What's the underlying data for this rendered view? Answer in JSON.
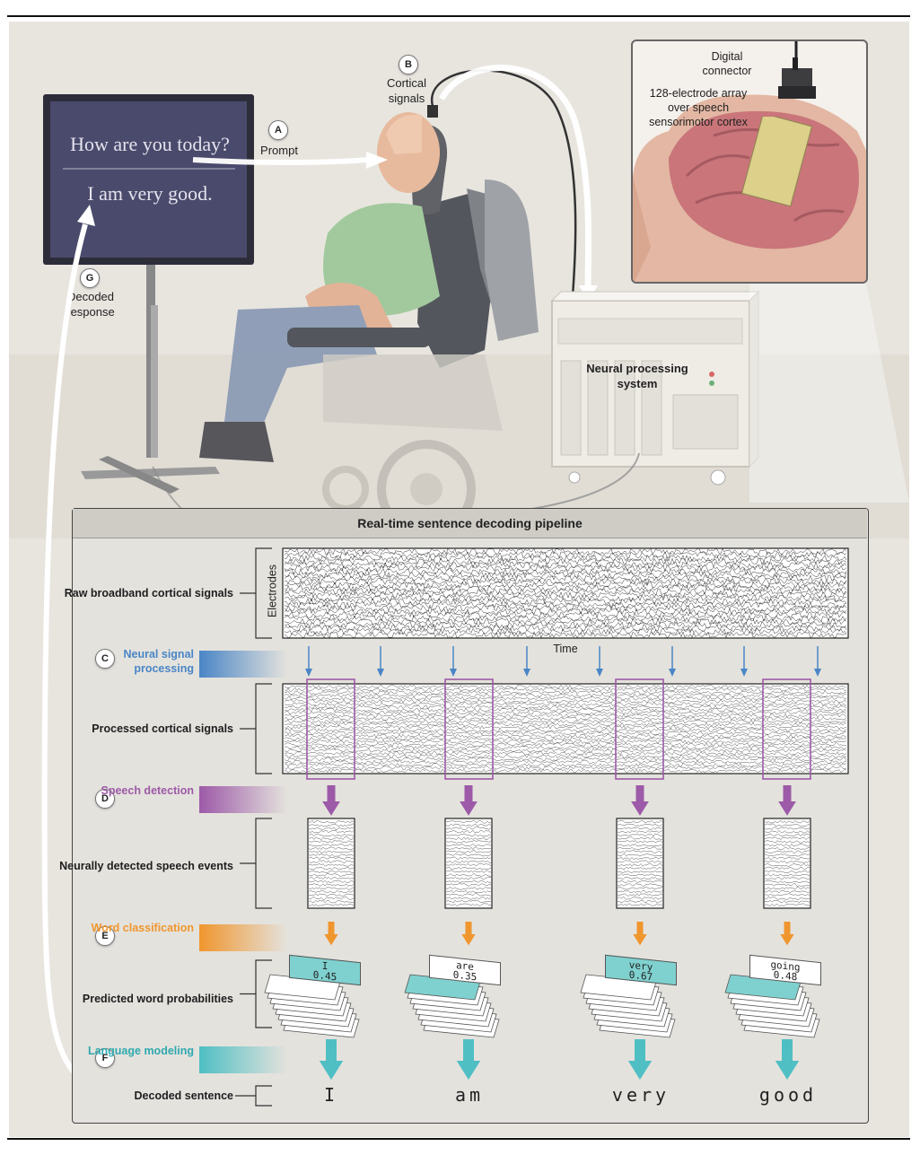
{
  "scene": {
    "steps": {
      "a": {
        "letter": "A",
        "label": "Prompt"
      },
      "b": {
        "letter": "B",
        "label": "Cortical signals"
      },
      "c": {
        "letter": "C",
        "label": "Neural signal processing"
      },
      "d": {
        "letter": "D",
        "label": "Speech detection"
      },
      "e": {
        "letter": "E",
        "label": "Word classification"
      },
      "f": {
        "letter": "F",
        "label": "Language modeling"
      },
      "g": {
        "letter": "G",
        "label": "Decoded response"
      }
    },
    "monitor": {
      "prompt_text": "How are you today?",
      "response_text": "I am very good."
    },
    "inset": {
      "connector_label": "Digital connector",
      "array_label": "128-electrode array over speech sensorimotor cortex"
    },
    "processor_label": "Neural processing system"
  },
  "pipeline": {
    "title": "Real-time sentence decoding pipeline",
    "rows": {
      "raw": "Raw broadband cortical signals",
      "processed": "Processed cortical signals",
      "events": "Neurally detected speech events",
      "probabilities": "Predicted word probabilities",
      "decoded": "Decoded sentence"
    },
    "axes": {
      "y_label": "Electrodes",
      "x_label": "Time"
    },
    "predictions": [
      {
        "word": "I",
        "prob": "0.45",
        "decoded": "I"
      },
      {
        "word": "are",
        "prob": "0.35",
        "decoded": "am"
      },
      {
        "word": "very",
        "prob": "0.67",
        "decoded": "very"
      },
      {
        "word": "going",
        "prob": "0.48",
        "decoded": "good"
      }
    ]
  },
  "colors": {
    "blue": "#4a86c6",
    "purple": "#9d5aa8",
    "orange": "#f0962e",
    "teal": "#4fbfc4",
    "panel_bg": "#e4e2dd",
    "scene_bg": "#e8e5df"
  }
}
